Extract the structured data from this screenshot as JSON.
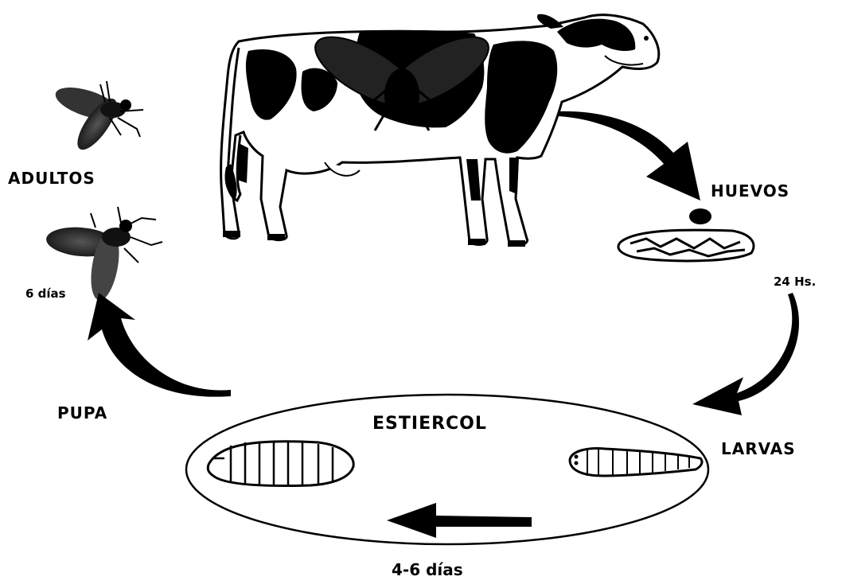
{
  "diagram": {
    "stages": {
      "adultos": "ADULTOS",
      "huevos": "HUEVOS",
      "larvas": "LARVAS",
      "pupa": "PUPA"
    },
    "habitat": "ESTIERCOL",
    "durations": {
      "huevos_to_larvas": "24 Hs.",
      "larvas_to_pupa": "4-6 días",
      "pupa_to_adultos": "6 días"
    },
    "icons": [
      "cow-icon",
      "fly-icon",
      "egg-mass-icon",
      "larva-icon",
      "pupa-icon",
      "curved-arrow-icon",
      "straight-arrow-icon"
    ],
    "colors": {
      "ink": "#000000",
      "paper": "#ffffff"
    }
  }
}
